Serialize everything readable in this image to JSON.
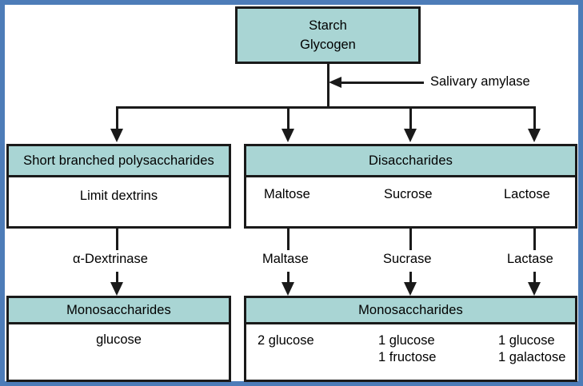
{
  "diagram": {
    "title_top_box": {
      "line1": "Starch",
      "line2": "Glycogen"
    },
    "enzyme_top": "Salivary amylase",
    "left_branch": {
      "header": "Short branched polysaccharides",
      "substrate": "Limit dextrins",
      "enzyme": "α-Dextrinase",
      "product_header": "Monosaccharides",
      "product": "glucose"
    },
    "right_branch": {
      "header": "Disaccharides",
      "substrates": [
        "Maltose",
        "Sucrose",
        "Lactose"
      ],
      "enzymes": [
        "Maltase",
        "Sucrase",
        "Lactase"
      ],
      "product_header": "Monosaccharides",
      "products": [
        {
          "line1": "2 glucose",
          "line2": ""
        },
        {
          "line1": "1 glucose",
          "line2": "1 fructose"
        },
        {
          "line1": "1 glucose",
          "line2": "1 galactose"
        }
      ]
    }
  },
  "colors": {
    "header_fill": "#a9d5d4",
    "body_fill": "#ffffff",
    "stroke": "#1a1a1a",
    "frame": "#4d7cb8"
  }
}
